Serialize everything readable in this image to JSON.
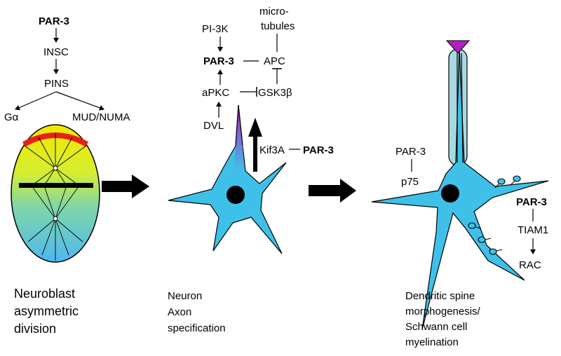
{
  "panel1": {
    "par3": "PAR-3",
    "insc": "INSC",
    "pins": "PINS",
    "galpha": "Gα",
    "mud_numa": "MUD/NUMA",
    "caption": [
      "Neuroblast",
      "asymmetric",
      "division"
    ]
  },
  "panel2": {
    "pi3k": "PI-3K",
    "microtubules": [
      "micro-",
      "tubules"
    ],
    "par3": "PAR-3",
    "apc": "APC",
    "apkc": "aPKC",
    "gsk3b": "GSK3β",
    "dvl": "DVL",
    "kif3a": "Kif3A",
    "par3_kif": "PAR-3",
    "caption": [
      "Neuron",
      "Axon",
      "specification"
    ]
  },
  "panel3": {
    "par3_p75": "PAR-3",
    "p75": "p75",
    "par3": "PAR-3",
    "tiam1": "TIAM1",
    "rac": "RAC",
    "caption": [
      "Dendritic spine",
      "morphogenesis/",
      "Schwann cell",
      "myelination"
    ]
  },
  "colors": {
    "neuron": "#3fc0e8",
    "crescent": "#e8201a",
    "schwann": "#a8d8e0",
    "axon_tip": "#b020c0"
  }
}
